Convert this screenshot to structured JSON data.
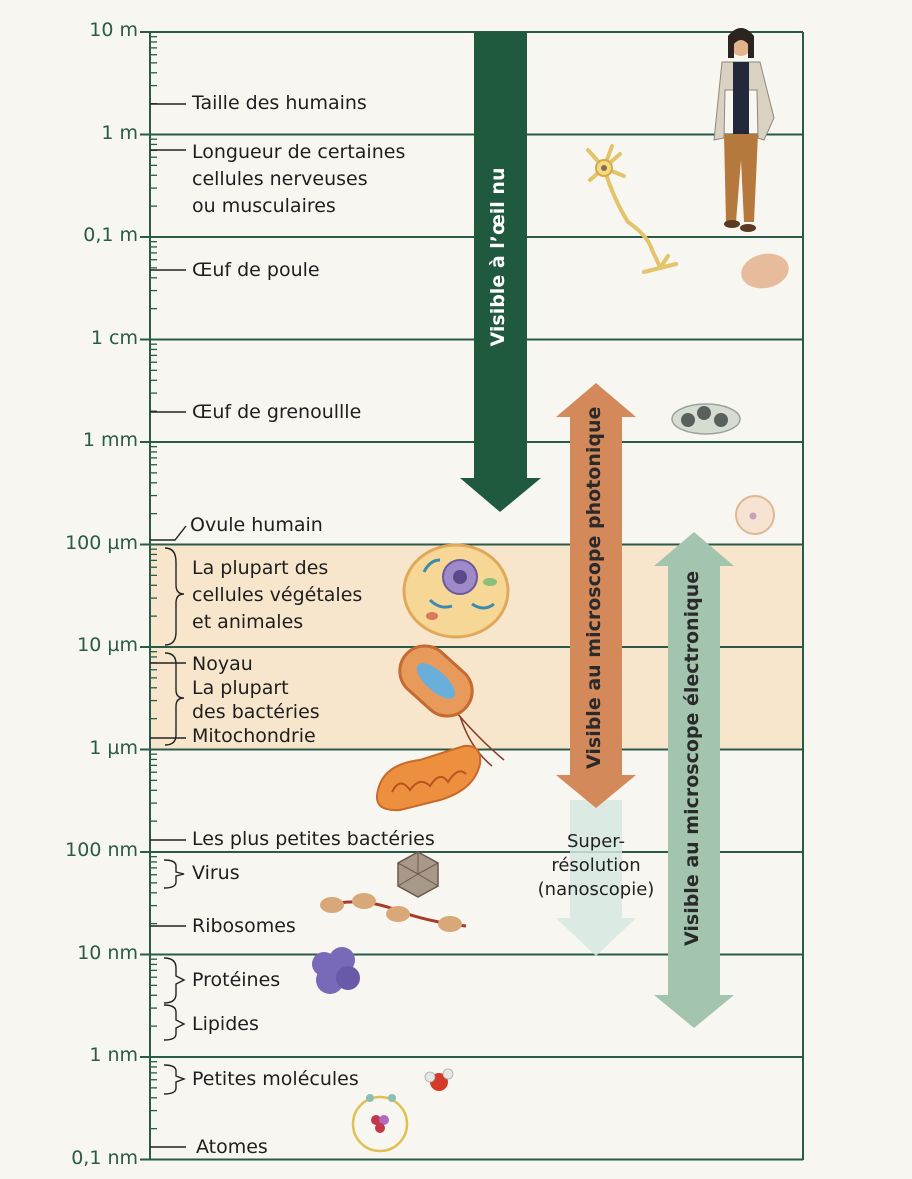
{
  "axis_ticks": [
    "10 m",
    "1 m",
    "0,1 m",
    "1 cm",
    "1 mm",
    "100 µm",
    "10 µm",
    "1 µm",
    "100 nm",
    "10 nm",
    "1 nm",
    "0,1 nm"
  ],
  "labels": {
    "humains": "Taille des humains",
    "nerf_1": "Longueur de certaines",
    "nerf_2": "cellules nerveuses",
    "nerf_3": "ou musculaires",
    "poule": "Œuf de poule",
    "grenouille": "Œuf de grenoullle",
    "ovule": "Ovule humain",
    "cellules_1": "La plupart des",
    "cellules_2": "cellules végétales",
    "cellules_3": "et animales",
    "noyau": "Noyau",
    "bacteries_1": "La plupart",
    "bacteries_2": "des bactéries",
    "mitochondrie": "Mitochondrie",
    "petites_bacteries": "Les plus petites bactéries",
    "virus": "Virus",
    "ribosomes": "Ribosomes",
    "proteines": "Protéines",
    "lipides": "Lipides",
    "petites_molecules": "Petites molécules",
    "atomes": "Atomes"
  },
  "arrows": {
    "oeil": "Visible à l’œil nu",
    "photonique": "Visible au microscope photonique",
    "electronique": "Visible au microscope électronique"
  },
  "superresolution": {
    "line1": "Super-",
    "line2": "résolution",
    "line3": "(nanoscopie)"
  },
  "colors": {
    "axis": "#2a5a48",
    "oeil_arrow": "#1f5a3f",
    "photonique_arrow": "#d4895a",
    "electronique_arrow": "#a3c4ae",
    "cell_band": "#f8e6cc"
  }
}
